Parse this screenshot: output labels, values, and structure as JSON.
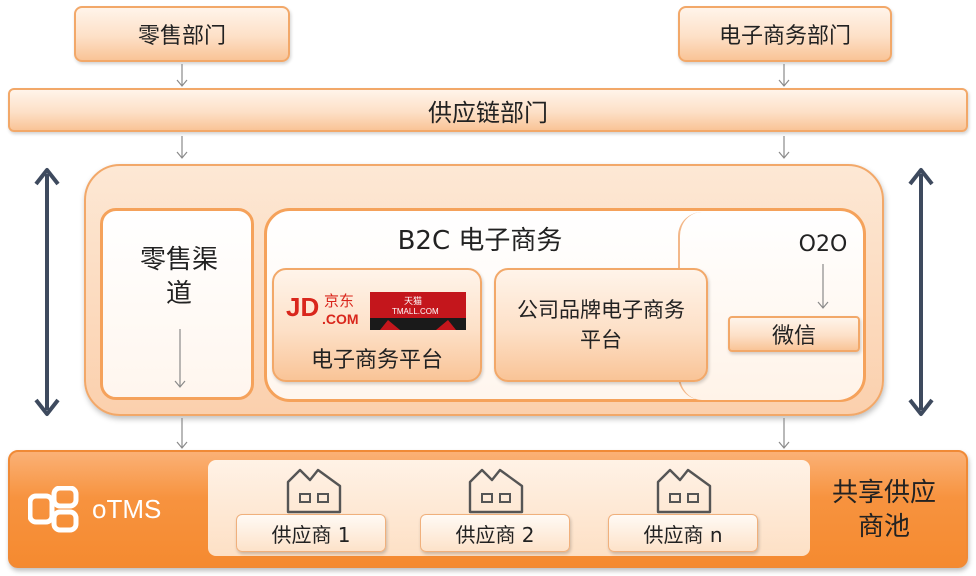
{
  "top_departments": {
    "retail": "零售部门",
    "ecommerce": "电子商务部门"
  },
  "supply_chain": "供应链部门",
  "retail_channel": "零售渠道",
  "b2c": {
    "title": "B2C 电子商务",
    "platform_label": "电子商务平台",
    "jd_logo_text": "JD.COM 京东",
    "tmall_logo_text": "天猫 TMALL.COM",
    "brand_platform": "公司品牌电子商务平台"
  },
  "o2o": {
    "label": "O2O",
    "wechat": "微信"
  },
  "bottom": {
    "logo_text": "oTMS",
    "suppliers": [
      "供应商 1",
      "供应商 2",
      "供应商 n"
    ],
    "pool_label": "共享供应商池"
  },
  "colors": {
    "accent_orange": "#f5a25b",
    "dark_arrow": "#3e4a5e"
  },
  "icons": [
    "factory-icon",
    "otms-logo-icon",
    "double-arrow-icon"
  ]
}
